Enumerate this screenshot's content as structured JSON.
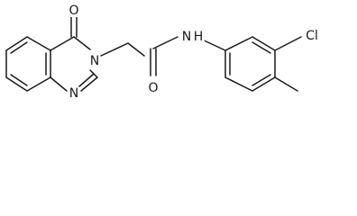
{
  "molecule": {
    "atoms": {
      "oxygen_ketone": "O",
      "nitrogen_ring_3": "N",
      "nitrogen_ring_1": "N",
      "oxygen_amide": "O",
      "amide_nh": "N",
      "amide_h": "H",
      "chlorine": "Cl"
    }
  }
}
